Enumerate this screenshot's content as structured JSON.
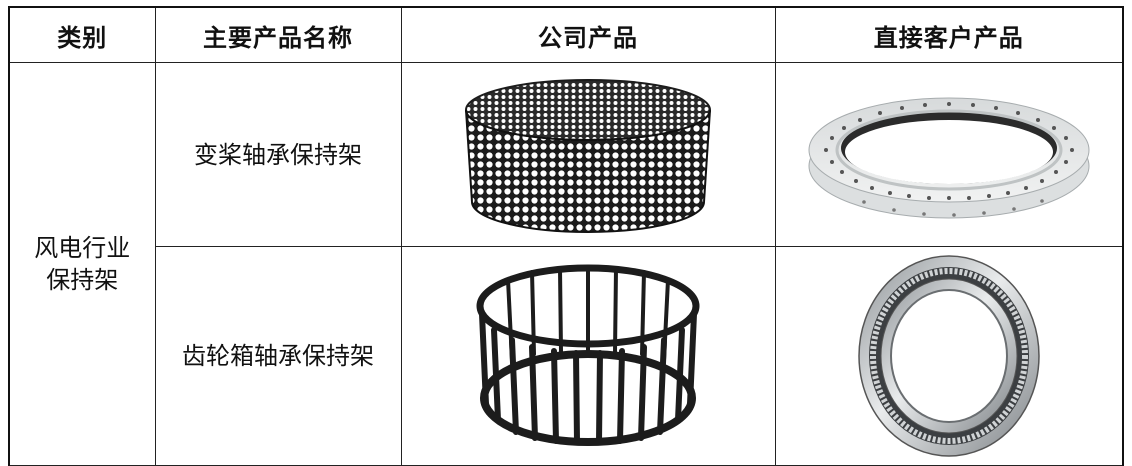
{
  "table": {
    "headers": {
      "category": "类别",
      "product_name": "主要产品名称",
      "company_product": "公司产品",
      "customer_product": "直接客户产品"
    },
    "rows": [
      {
        "category_line1": "风电行业",
        "category_line2": "保持架",
        "product_name": "变桨轴承保持架",
        "company_image": "perforated-ring-cage-image",
        "customer_image": "pitch-bearing-slewing-ring-image"
      },
      {
        "product_name": "齿轮箱轴承保持架",
        "company_image": "window-cage-ring-image",
        "customer_image": "gearbox-roller-bearing-image"
      }
    ]
  },
  "colors": {
    "border": "#222222",
    "text": "#111111",
    "cage_dark": "#1c1c1c",
    "bearing_ring": "#e6e8e8",
    "bearing_steel": "#b8bcbf"
  }
}
